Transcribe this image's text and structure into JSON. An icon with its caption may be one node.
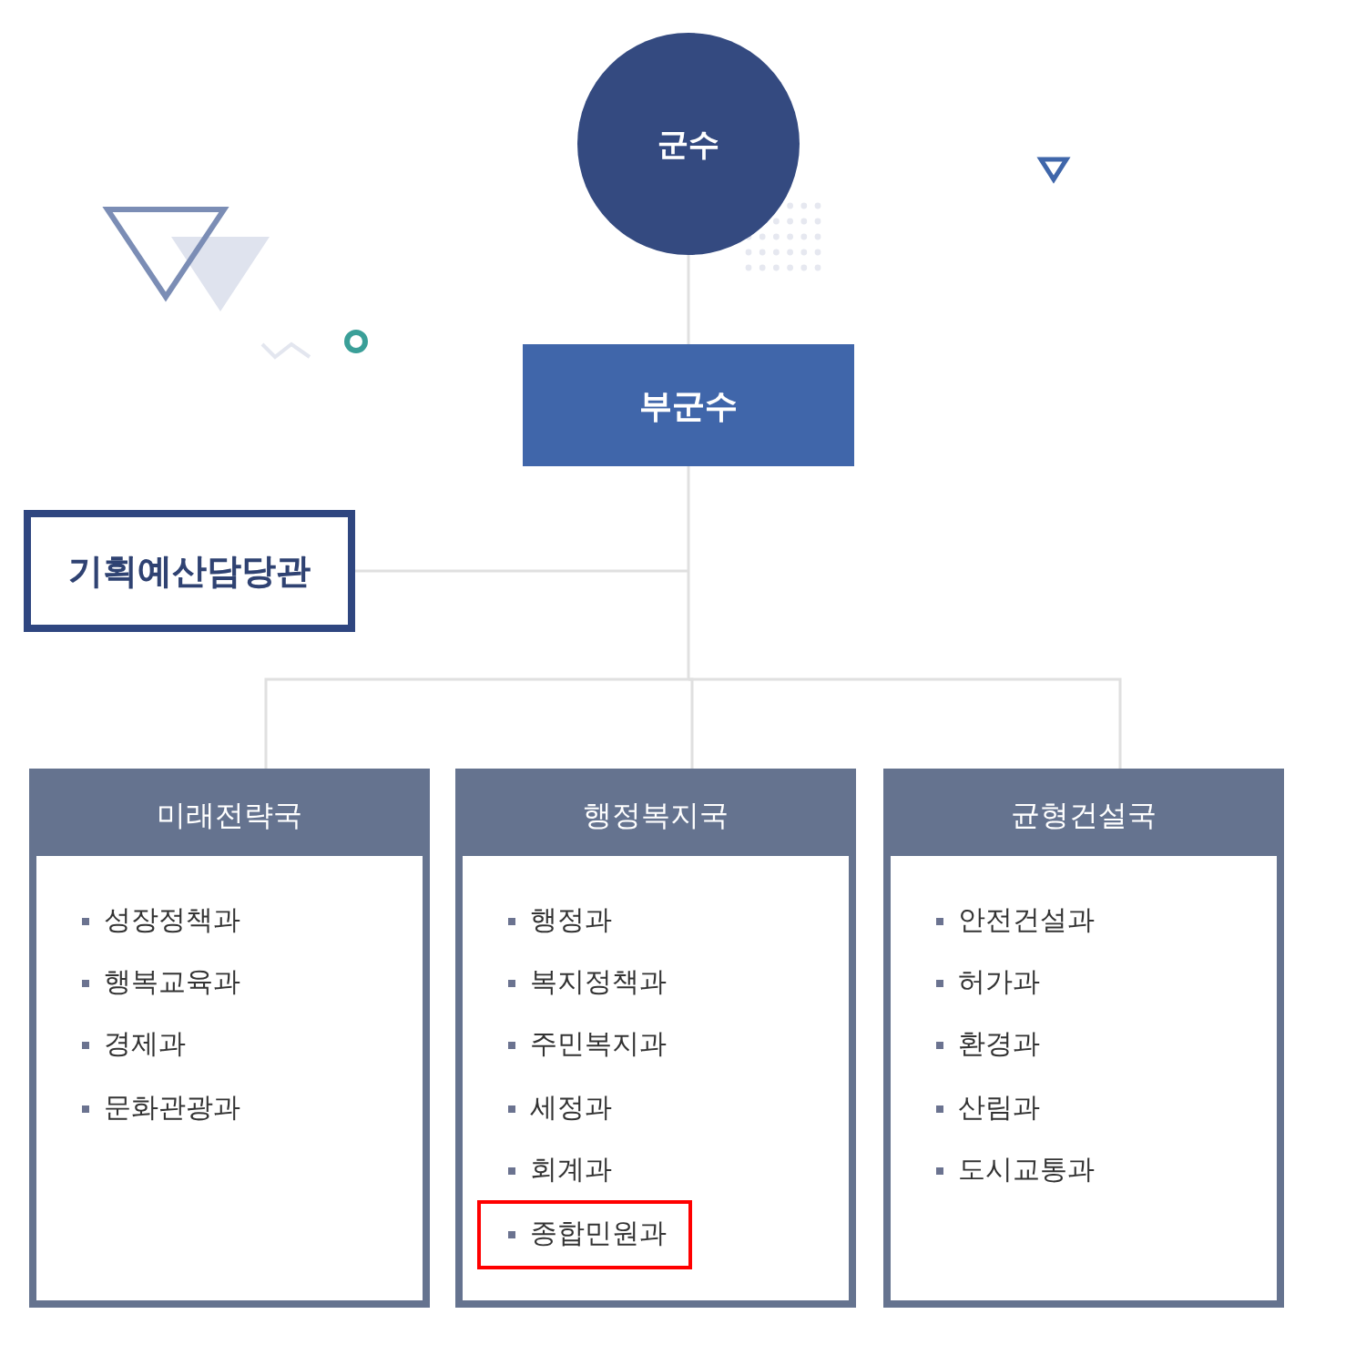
{
  "diagram": {
    "nodes": [
      {
        "text": [
          "군수"
        ]
      },
      {
        "text": [
          "부군수"
        ]
      },
      {
        "text": [
          "기획예산담당관"
        ]
      },
      {
        "text": [
          "미래전략국",
          "성장정책과",
          "행복교육과",
          "경제과",
          "문화관광과"
        ]
      },
      {
        "text": [
          "행정복지국",
          "행정과",
          "복지정책과",
          "주민복지과",
          "세정과",
          "회계과"
        ]
      },
      {
        "text": [
          "균형건설국",
          "안전건설과",
          "허가과",
          "환경과",
          "산림과",
          "도시교통과"
        ]
      },
      {
        "text": [
          "종합민원과"
        ],
        "in": 4
      }
    ],
    "edges": [
      {
        "from": 0,
        "to": 1,
        "arrow": "none"
      },
      {
        "from": 1,
        "to": 2,
        "arrow": "none"
      },
      {
        "from": 1,
        "to": 3,
        "arrow": "none"
      },
      {
        "from": 1,
        "to": 4,
        "arrow": "none"
      },
      {
        "from": 1,
        "to": 5,
        "arrow": "none"
      }
    ]
  }
}
